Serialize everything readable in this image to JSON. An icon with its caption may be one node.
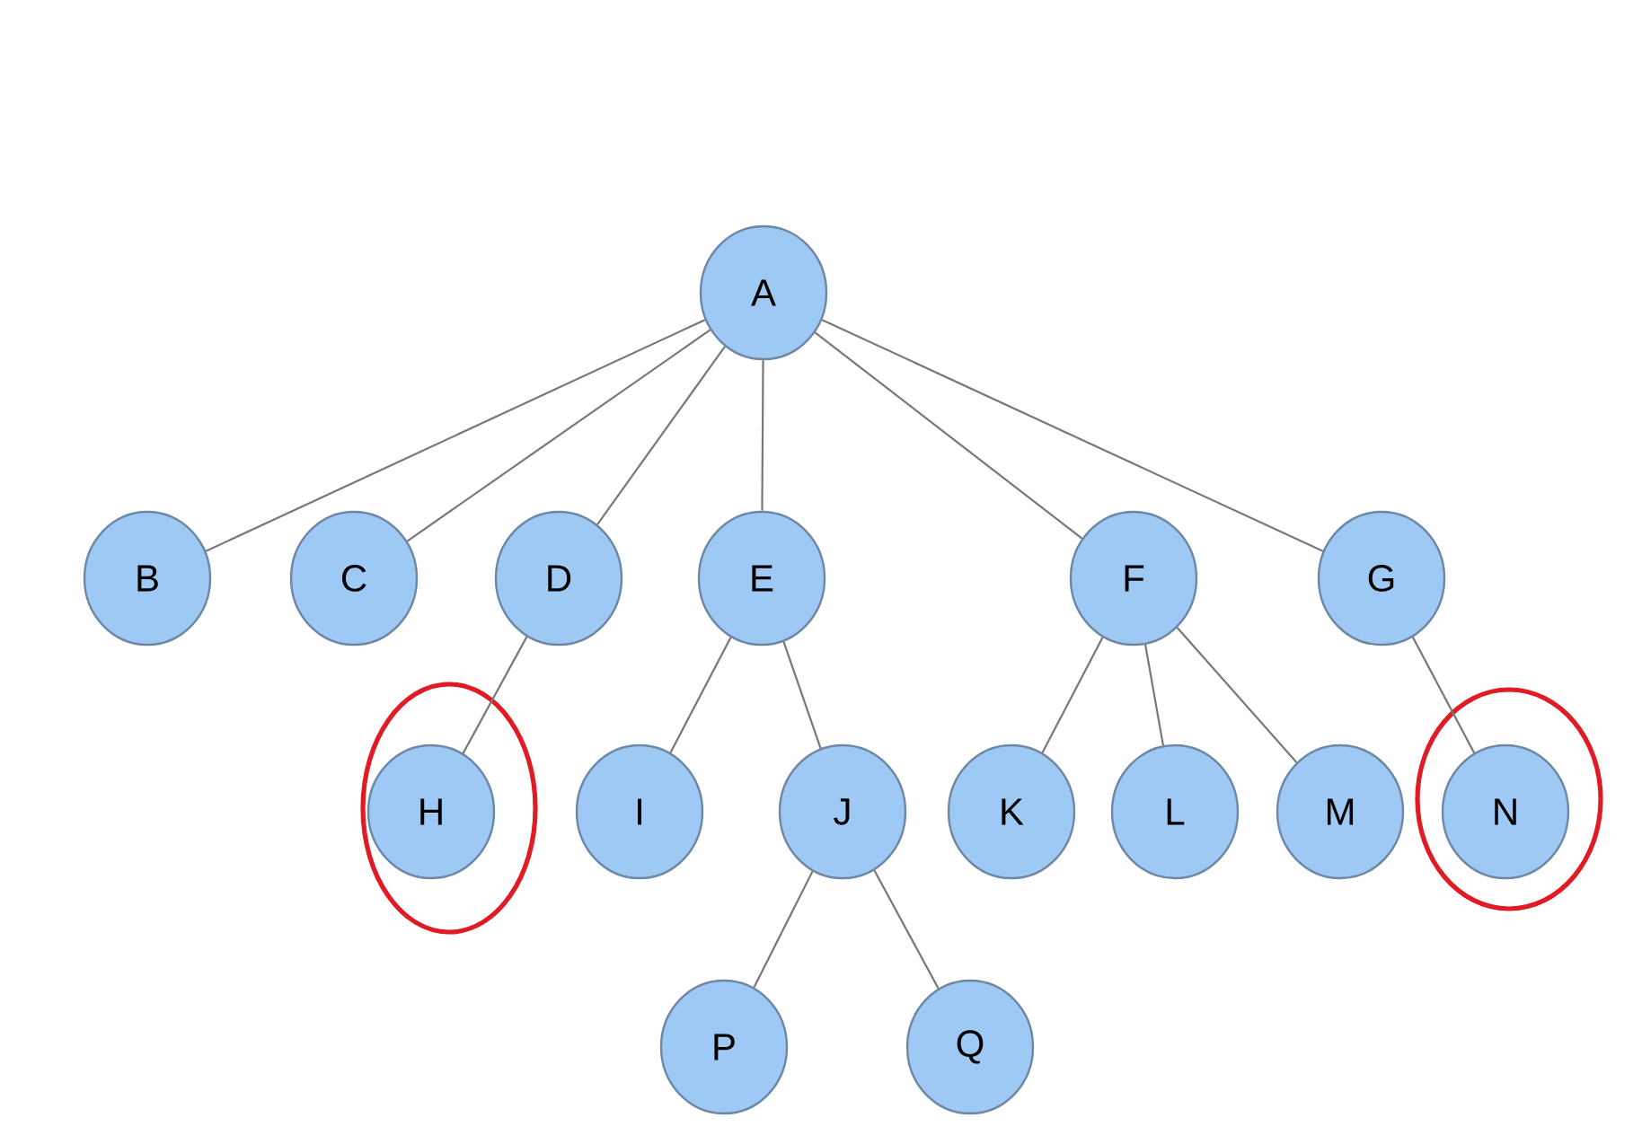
{
  "diagram": {
    "nodes": [
      {
        "text": [
          "A"
        ]
      },
      {
        "text": [
          "B"
        ]
      },
      {
        "text": [
          "C"
        ]
      },
      {
        "text": [
          "D"
        ]
      },
      {
        "text": [
          "E"
        ]
      },
      {
        "text": [
          "F"
        ]
      },
      {
        "text": [
          "G"
        ]
      },
      {
        "text": [
          "H"
        ]
      },
      {
        "text": [
          "I"
        ]
      },
      {
        "text": [
          "J"
        ]
      },
      {
        "text": [
          "K"
        ]
      },
      {
        "text": [
          "L"
        ]
      },
      {
        "text": [
          "M"
        ]
      },
      {
        "text": [
          "N"
        ]
      },
      {
        "text": [
          "P"
        ]
      },
      {
        "text": [
          "Q"
        ]
      }
    ],
    "edges": [
      {
        "from": 0,
        "to": 1,
        "arrow": "none"
      },
      {
        "from": 0,
        "to": 2,
        "arrow": "none"
      },
      {
        "from": 0,
        "to": 3,
        "arrow": "none"
      },
      {
        "from": 0,
        "to": 4,
        "arrow": "none"
      },
      {
        "from": 0,
        "to": 5,
        "arrow": "none"
      },
      {
        "from": 0,
        "to": 6,
        "arrow": "none"
      },
      {
        "from": 3,
        "to": 7,
        "arrow": "none"
      },
      {
        "from": 4,
        "to": 8,
        "arrow": "none"
      },
      {
        "from": 4,
        "to": 9,
        "arrow": "none"
      },
      {
        "from": 5,
        "to": 10,
        "arrow": "none"
      },
      {
        "from": 5,
        "to": 11,
        "arrow": "none"
      },
      {
        "from": 5,
        "to": 12,
        "arrow": "none"
      },
      {
        "from": 6,
        "to": 13,
        "arrow": "none"
      },
      {
        "from": 9,
        "to": 14,
        "arrow": "none"
      },
      {
        "from": 9,
        "to": 15,
        "arrow": "none"
      }
    ]
  }
}
